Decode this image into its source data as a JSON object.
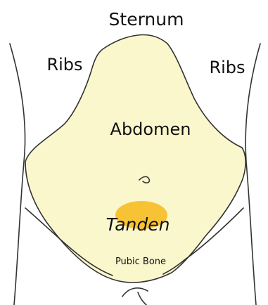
{
  "labels": {
    "sternum": "Sternum",
    "ribs_left": "Ribs",
    "ribs_right": "Ribs",
    "abdomen": "Abdomen",
    "tanden": "Tanden",
    "pubic_bone": "Pubic Bone"
  },
  "colors": {
    "abdomen_fill": "#fbf7cd",
    "tanden_fill": "#f8c235",
    "outline": "#333333",
    "text": "#111111"
  }
}
